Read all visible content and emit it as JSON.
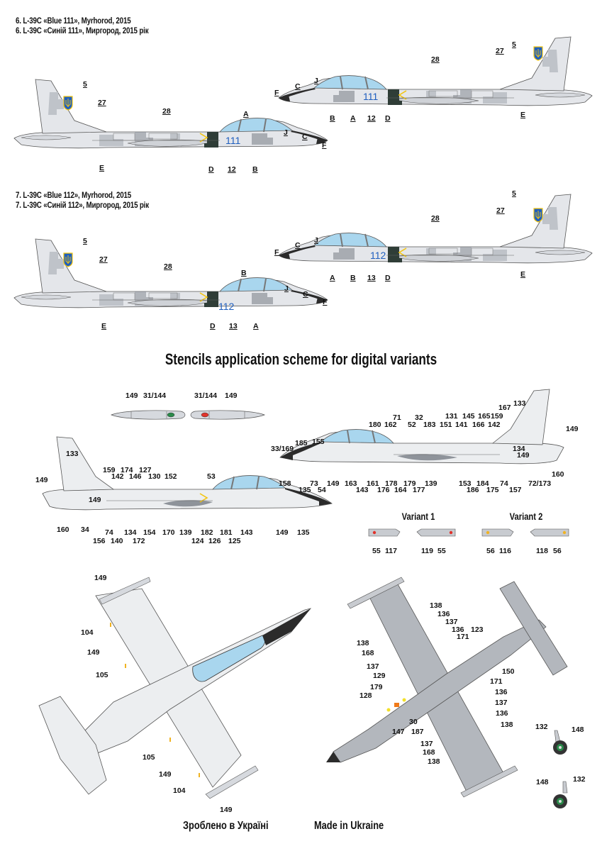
{
  "variants": [
    {
      "title_en": "6. L-39C «Blue 111», Myrhorod, 2015",
      "title_ua": "6. L-39C «Синій 111», Миргород, 2015 рік",
      "tail_number": "111",
      "left_view_labels": [
        "5",
        "27",
        "28",
        "A",
        "J",
        "C",
        "F",
        "E",
        "D",
        "12",
        "B"
      ],
      "right_view_labels": [
        "5",
        "27",
        "28",
        "F",
        "C",
        "J",
        "B",
        "A",
        "12",
        "D",
        "E"
      ]
    },
    {
      "title_en": "7. L-39C «Blue 112», Myrhorod, 2015",
      "title_ua": "7. L-39C «Синій 112», Миргород, 2015 рік",
      "tail_number": "112",
      "left_view_labels": [
        "5",
        "27",
        "28",
        "B",
        "J",
        "C",
        "F",
        "E",
        "D",
        "13",
        "A"
      ],
      "right_view_labels": [
        "5",
        "27",
        "28",
        "F",
        "C",
        "J",
        "A",
        "B",
        "13",
        "D",
        "E"
      ]
    }
  ],
  "stencils": {
    "heading": "Stencils application scheme for digital variants",
    "tanks": {
      "left": [
        "149",
        "31/144"
      ],
      "right": [
        "31/144",
        "149"
      ]
    },
    "left_side_labels": [
      "133",
      "149",
      "159",
      "174",
      "142",
      "146",
      "127",
      "130",
      "152",
      "53",
      "149",
      "160",
      "34",
      "156",
      "74",
      "140",
      "134",
      "172",
      "154",
      "170",
      "139",
      "124",
      "182",
      "126",
      "181",
      "125",
      "143",
      "149",
      "135"
    ],
    "right_side_labels": [
      "167",
      "133",
      "71",
      "32",
      "131",
      "145",
      "165",
      "159",
      "149",
      "180",
      "162",
      "52",
      "183",
      "151",
      "141",
      "166",
      "142",
      "134",
      "149",
      "33/169",
      "185",
      "155",
      "158",
      "135",
      "73",
      "54",
      "149",
      "163",
      "143",
      "161",
      "176",
      "178",
      "164",
      "179",
      "177",
      "139",
      "153",
      "186",
      "184",
      "175",
      "74",
      "157",
      "72/173",
      "160"
    ],
    "variant_1": {
      "label": "Variant 1",
      "items": [
        "55",
        "117",
        "119",
        "55"
      ]
    },
    "variant_2": {
      "label": "Variant 2",
      "items": [
        "56",
        "116",
        "118",
        "56"
      ]
    },
    "top_view_labels": [
      "149",
      "104",
      "149",
      "105",
      "105",
      "149",
      "104",
      "149"
    ],
    "bottom_view_labels": [
      "138",
      "136",
      "137",
      "136",
      "123",
      "171",
      "138",
      "168",
      "137",
      "129",
      "150",
      "171",
      "179",
      "128",
      "136",
      "137",
      "136",
      "138",
      "147",
      "30",
      "187",
      "137",
      "168",
      "138"
    ],
    "wheel_labels": [
      "132",
      "148",
      "148",
      "132"
    ]
  },
  "footer": {
    "ua": "Зроблено в Україні",
    "en": "Made in Ukraine"
  },
  "colors": {
    "camo_light": "#e4e6ea",
    "camo_mid": "#bfc3c9",
    "camo_dark": "#8e939a",
    "canopy": "#a9d6ee",
    "nose_black": "#2b2b2b",
    "ua_blue": "#1f5fbf",
    "ua_yellow": "#f2c40f",
    "underside_grey": "#b3b7bd",
    "antiglare_green": "#2f3d37",
    "stencil_yellow": "#f0b323",
    "stencil_red": "#e0332b"
  }
}
